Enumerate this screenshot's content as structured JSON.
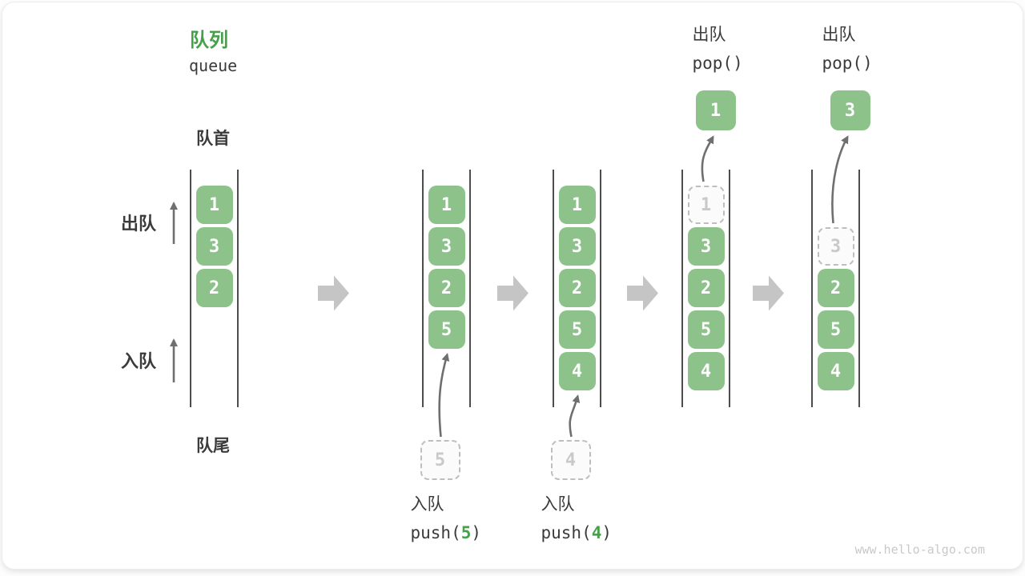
{
  "title": {
    "zh": "队列",
    "en": "queue"
  },
  "labels": {
    "front": "队首",
    "rear": "队尾",
    "dequeue_side": "出队",
    "enqueue_side": "入队"
  },
  "watermark": "www.hello-algo.com",
  "colors": {
    "accent_green": "#45A049",
    "block_green": "#8DC28B",
    "dark_text": "#3B3B3B",
    "wall": "#4D4D4D",
    "thin_arrow": "#6F6F6F",
    "block_arrow": "#C5C5C5",
    "dashed_border": "#BEBEBE",
    "dashed_text": "#C9C9C9",
    "watermark_text": "#C9C9C9"
  },
  "queues": [
    {
      "blocks": [
        {
          "v": "1",
          "slot": 0,
          "dashed": false
        },
        {
          "v": "3",
          "slot": 1,
          "dashed": false
        },
        {
          "v": "2",
          "slot": 2,
          "dashed": false
        }
      ]
    },
    {
      "blocks": [
        {
          "v": "1",
          "slot": 0,
          "dashed": false
        },
        {
          "v": "3",
          "slot": 1,
          "dashed": false
        },
        {
          "v": "2",
          "slot": 2,
          "dashed": false
        },
        {
          "v": "5",
          "slot": 3,
          "dashed": false
        }
      ],
      "enqueue_box": {
        "v": "5"
      },
      "op": {
        "kind": "push",
        "zh": "入队",
        "code_pre": "push(",
        "code_arg": "5",
        "code_post": ")"
      }
    },
    {
      "blocks": [
        {
          "v": "1",
          "slot": 0,
          "dashed": false
        },
        {
          "v": "3",
          "slot": 1,
          "dashed": false
        },
        {
          "v": "2",
          "slot": 2,
          "dashed": false
        },
        {
          "v": "5",
          "slot": 3,
          "dashed": false
        },
        {
          "v": "4",
          "slot": 4,
          "dashed": false
        }
      ],
      "enqueue_box": {
        "v": "4"
      },
      "op": {
        "kind": "push",
        "zh": "入队",
        "code_pre": "push(",
        "code_arg": "4",
        "code_post": ")"
      }
    },
    {
      "blocks": [
        {
          "v": "1",
          "slot": 0,
          "dashed": true
        },
        {
          "v": "3",
          "slot": 1,
          "dashed": false
        },
        {
          "v": "2",
          "slot": 2,
          "dashed": false
        },
        {
          "v": "5",
          "slot": 3,
          "dashed": false
        },
        {
          "v": "4",
          "slot": 4,
          "dashed": false
        }
      ],
      "dequeue_box": {
        "v": "1"
      },
      "op": {
        "kind": "pop",
        "zh": "出队",
        "code_pre": "pop(",
        "code_arg": "",
        "code_post": ")"
      }
    },
    {
      "blocks": [
        {
          "v": "3",
          "slot": 1,
          "dashed": true
        },
        {
          "v": "2",
          "slot": 2,
          "dashed": false
        },
        {
          "v": "5",
          "slot": 3,
          "dashed": false
        },
        {
          "v": "4",
          "slot": 4,
          "dashed": false
        }
      ],
      "dequeue_box": {
        "v": "3"
      },
      "op": {
        "kind": "pop",
        "zh": "出队",
        "code_pre": "pop(",
        "code_arg": "",
        "code_post": ")"
      }
    }
  ]
}
